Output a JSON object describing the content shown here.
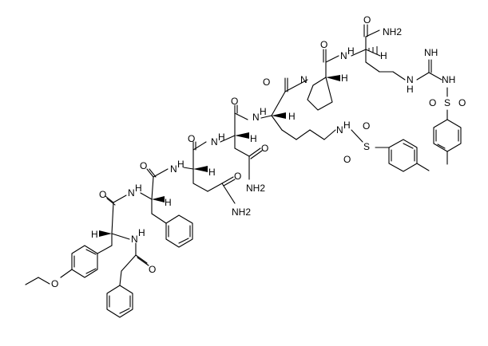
{
  "structure": {
    "atom_labels": {
      "nh2_c_terminal": "NH2",
      "c_terminal_amide_o": "O",
      "arg_alpha_h": "H",
      "arg_nh": "N",
      "arg_nh_h": "H",
      "arg_guanidine_imine": "NH",
      "arg_guanidine_nh_left": "N",
      "arg_guanidine_nh_left_h": "H",
      "arg_guanidine_nh_right": "NH",
      "arg_sulfonyl_s": "S",
      "arg_sulfonyl_o_left": "O",
      "arg_sulfonyl_o_right": "O",
      "pro_carbonyl_o": "O",
      "pro_n": "N",
      "pro_alpha_h": "H",
      "lys_carbonyl_o": "O",
      "lys_nh": "N",
      "lys_nh_h": "H",
      "lys_alpha_h": "H",
      "lys_side_nh": "N",
      "lys_side_nh_h": "H",
      "lys_sulfonyl_s": "S",
      "lys_sulfonyl_o_top": "O",
      "lys_sulfonyl_o_bottom": "O",
      "asn_carbonyl_o": "O",
      "asn_nh": "N",
      "asn_nh_h": "H",
      "asn_alpha_h": "H",
      "asn_side_o": "O",
      "asn_side_nh2": "NH2",
      "gln_carbonyl_o": "O",
      "gln_nh": "N",
      "gln_nh_h": "H",
      "gln_alpha_h": "H",
      "gln_side_o": "O",
      "gln_side_nh2": "NH2",
      "phe_carbonyl_o": "O",
      "phe_nh": "N",
      "phe_nh_h": "H",
      "phe_alpha_h": "H",
      "tyr_carbonyl_o": "O",
      "tyr_alpha_h": "H",
      "tyr_nh": "N",
      "tyr_nh_h": "H",
      "acyl_carbonyl_o": "O",
      "ethoxy_o": "O"
    }
  }
}
